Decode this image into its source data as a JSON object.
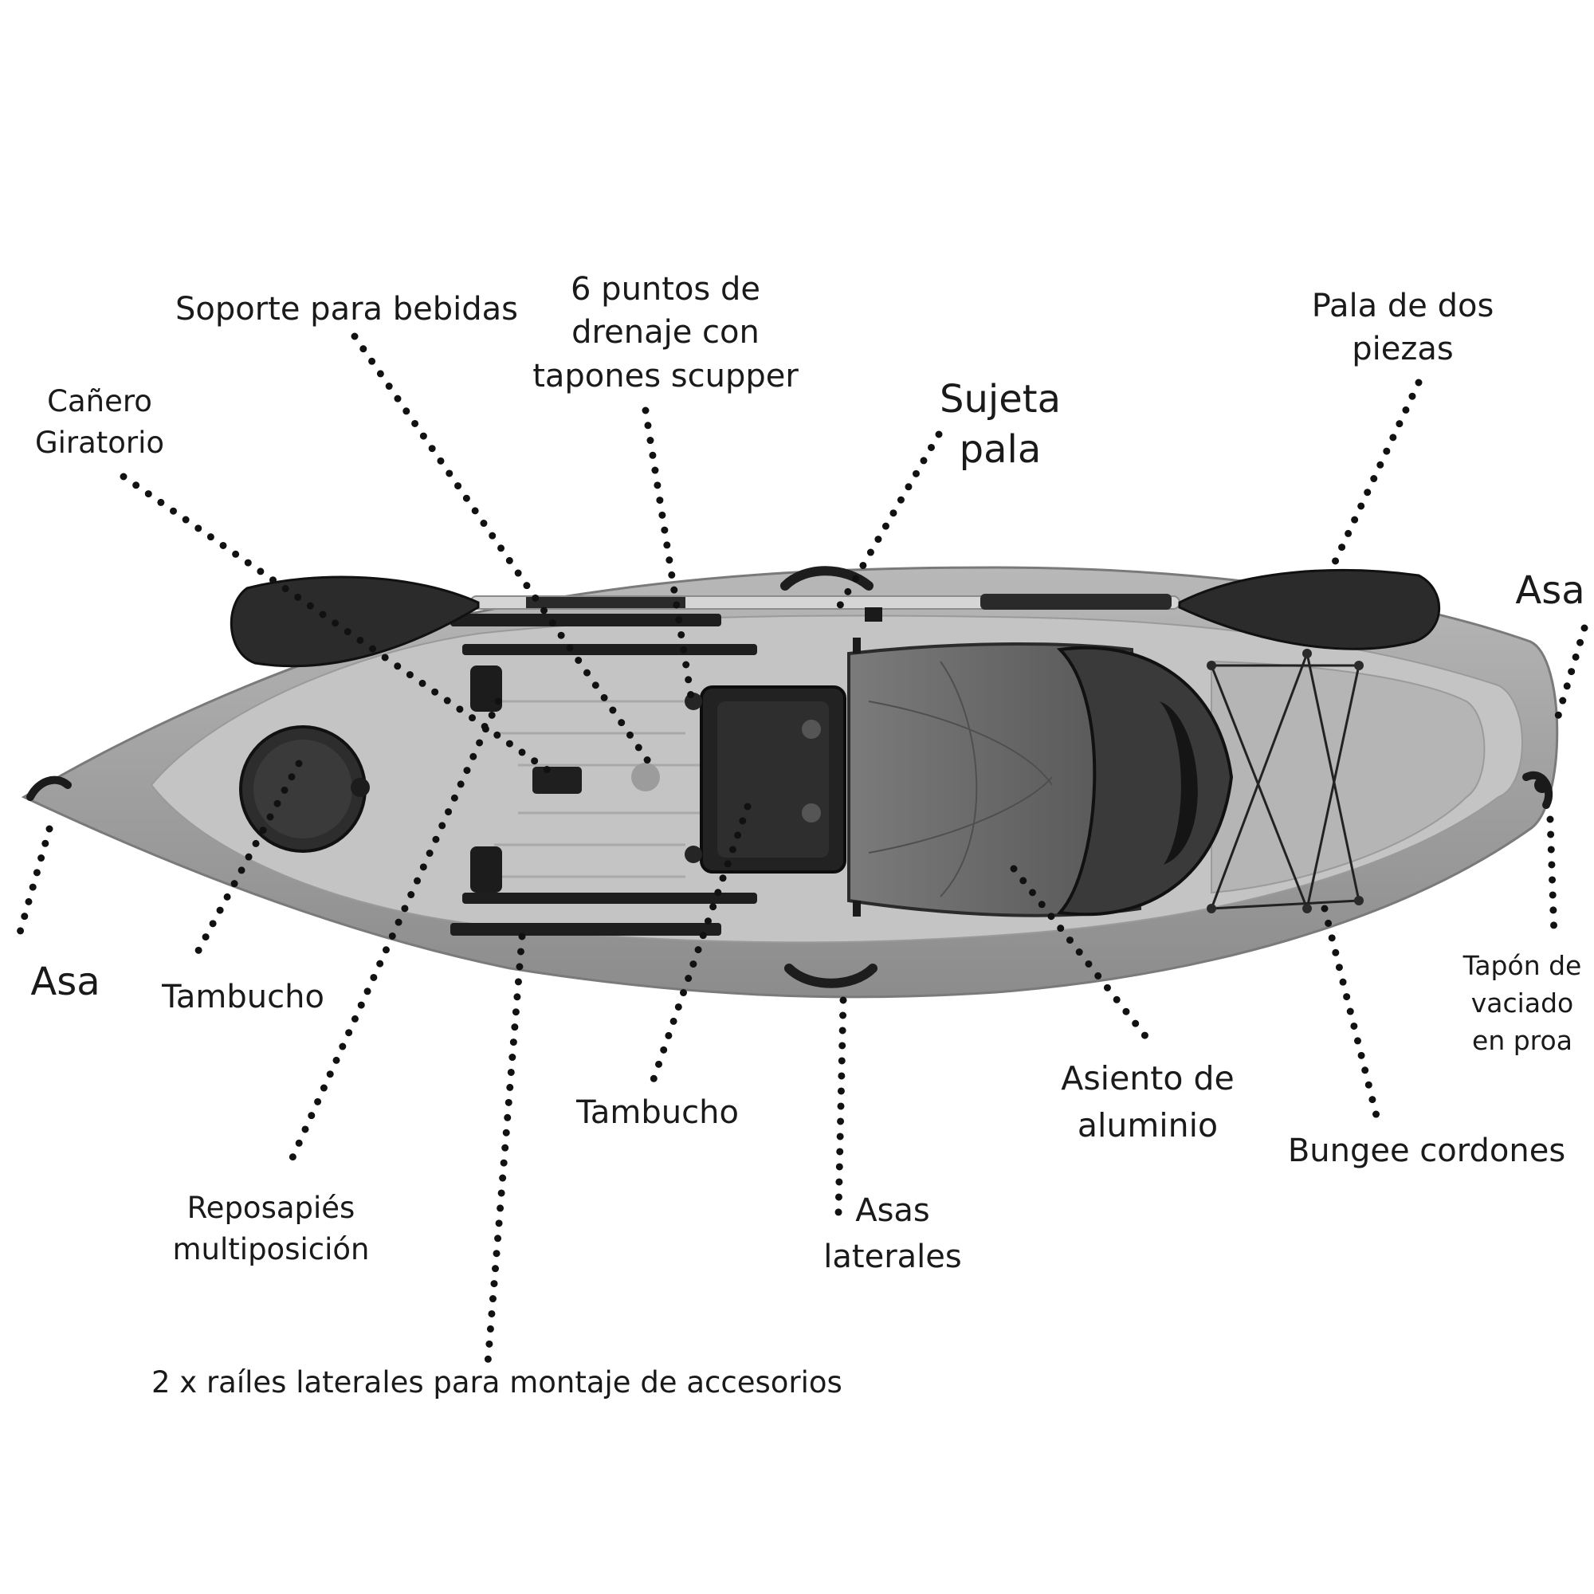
{
  "labels": {
    "soporte_bebidas": [
      "Soporte para bebidas"
    ],
    "drenaje": [
      "6 puntos de",
      "drenaje con",
      "tapones scupper"
    ],
    "canero": [
      "Cañero",
      "Giratorio"
    ],
    "sujeta_pala": [
      "Sujeta",
      "pala"
    ],
    "pala_dos_piezas": [
      "Pala de dos",
      "piezas"
    ],
    "asa_right": [
      "Asa"
    ],
    "asa_left": [
      "Asa"
    ],
    "tambucho_left": [
      "Tambucho"
    ],
    "tambucho_center": [
      "Tambucho"
    ],
    "tapon_vaciado": [
      "Tapón de",
      "vaciado",
      "en proa"
    ],
    "asiento": [
      "Asiento de",
      "aluminio"
    ],
    "bungee": [
      "Bungee cordones"
    ],
    "asas_laterales": [
      "Asas",
      "laterales"
    ],
    "reposapies": [
      "Reposapiés",
      "multiposición"
    ],
    "railes": [
      "2 x raíles laterales para montaje de accesorios"
    ]
  },
  "colors": {
    "hull": "#a3a3a3",
    "deck": "#c7c7c7",
    "dark_part": "#2b2b2b",
    "seat": "#6a6a6a",
    "leader_dots": "#111111"
  }
}
